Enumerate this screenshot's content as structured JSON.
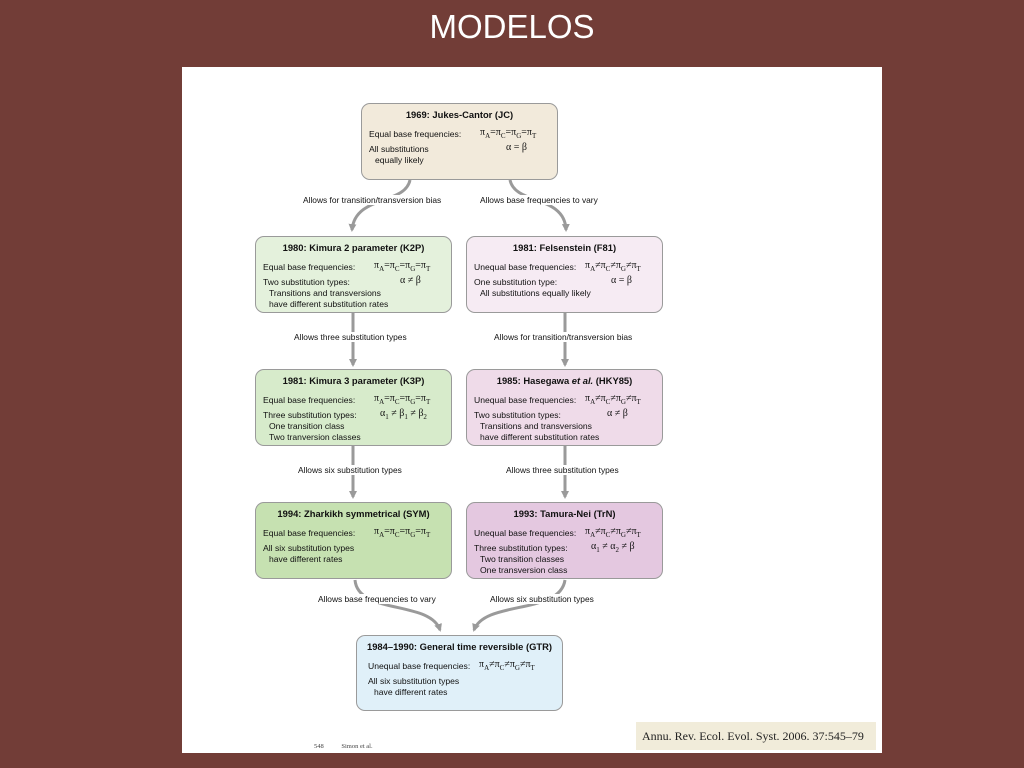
{
  "slide": {
    "title": "MODELOS"
  },
  "boxes": {
    "jc": {
      "title": "1969: Jukes-Cantor (JC)",
      "l1": "Equal base frequencies:",
      "f1": "πA=πC=πG=πT",
      "l2": "All substitutions",
      "f2": "α = β",
      "l3": "equally likely"
    },
    "k2p": {
      "title": "1980: Kimura 2 parameter (K2P)",
      "l1": "Equal base frequencies:",
      "f1": "πA=πC=πG=πT",
      "l2": "Two substitution types:",
      "f2": "α ≠ β",
      "l3": "Transitions and transversions",
      "l4": "have different substitution rates"
    },
    "f81": {
      "title": "1981: Felsenstein (F81)",
      "l1": "Unequal base frequencies:",
      "f1": "πA≠πC≠πG≠πT",
      "l2": "One substitution type:",
      "f2": "α = β",
      "l3": "All substitutions equally likely"
    },
    "k3p": {
      "title": "1981: Kimura 3 parameter (K3P)",
      "l1": "Equal base frequencies:",
      "f1": "πA=πC=πG=πT",
      "l2": "Three substitution types:",
      "f2": "α1 ≠ β1 ≠ β2",
      "l3": "One transition class",
      "l4": "Two tranversion classes"
    },
    "hky": {
      "title": "1985: Hasegawa et al. (HKY85)",
      "l1": "Unequal base frequencies:",
      "f1": "πA≠πC≠πG≠πT",
      "l2": "Two substitution types:",
      "f2": "α ≠ β",
      "l3": "Transitions and transversions",
      "l4": "have different substitution rates"
    },
    "sym": {
      "title": "1994: Zharkikh symmetrical (SYM)",
      "l1": "Equal base frequencies:",
      "f1": "πA=πC=πG=πT",
      "l2": "All six substitution types",
      "l3": "have different rates"
    },
    "trn": {
      "title": "1993: Tamura-Nei (TrN)",
      "l1": "Unequal base frequencies:",
      "f1": "πA≠πC≠πG≠πT",
      "l2": "Three substitution types:",
      "f2": "α1 ≠ α2 ≠ β",
      "l3": "Two transition classes",
      "l4": "One transversion class"
    },
    "gtr": {
      "title": "1984–1990: General time reversible (GTR)",
      "l1": "Unequal base frequencies:",
      "f1": "πA≠πC≠πG≠πT",
      "l2": "All six substitution types",
      "l3": "have different rates"
    }
  },
  "arrow_labels": {
    "jc_k2p": "Allows for transition/transversion bias",
    "jc_f81": "Allows base frequencies to vary",
    "k2p_k3p": "Allows three substitution types",
    "f81_hky": "Allows for transition/transversion bias",
    "k3p_sym": "Allows six substitution types",
    "hky_trn": "Allows three substitution types",
    "sym_gtr": "Allows base frequencies to vary",
    "trn_gtr": "Allows six substitution types"
  },
  "citation": "Annu. Rev. Ecol. Evol. Syst. 2006. 37:545–79",
  "footer": {
    "page": "548",
    "authors": "Simon et al."
  },
  "colors": {
    "background": "#723d37",
    "jc": "#f2eadb",
    "k2p": "#e4f1dc",
    "f81": "#f6ebf3",
    "k3p": "#d7ebcb",
    "hky": "#efdbe9",
    "sym": "#c6e1b1",
    "trn": "#e4c8e0",
    "gtr": "#e0f0f9",
    "arrow": "#9a9a9a"
  }
}
